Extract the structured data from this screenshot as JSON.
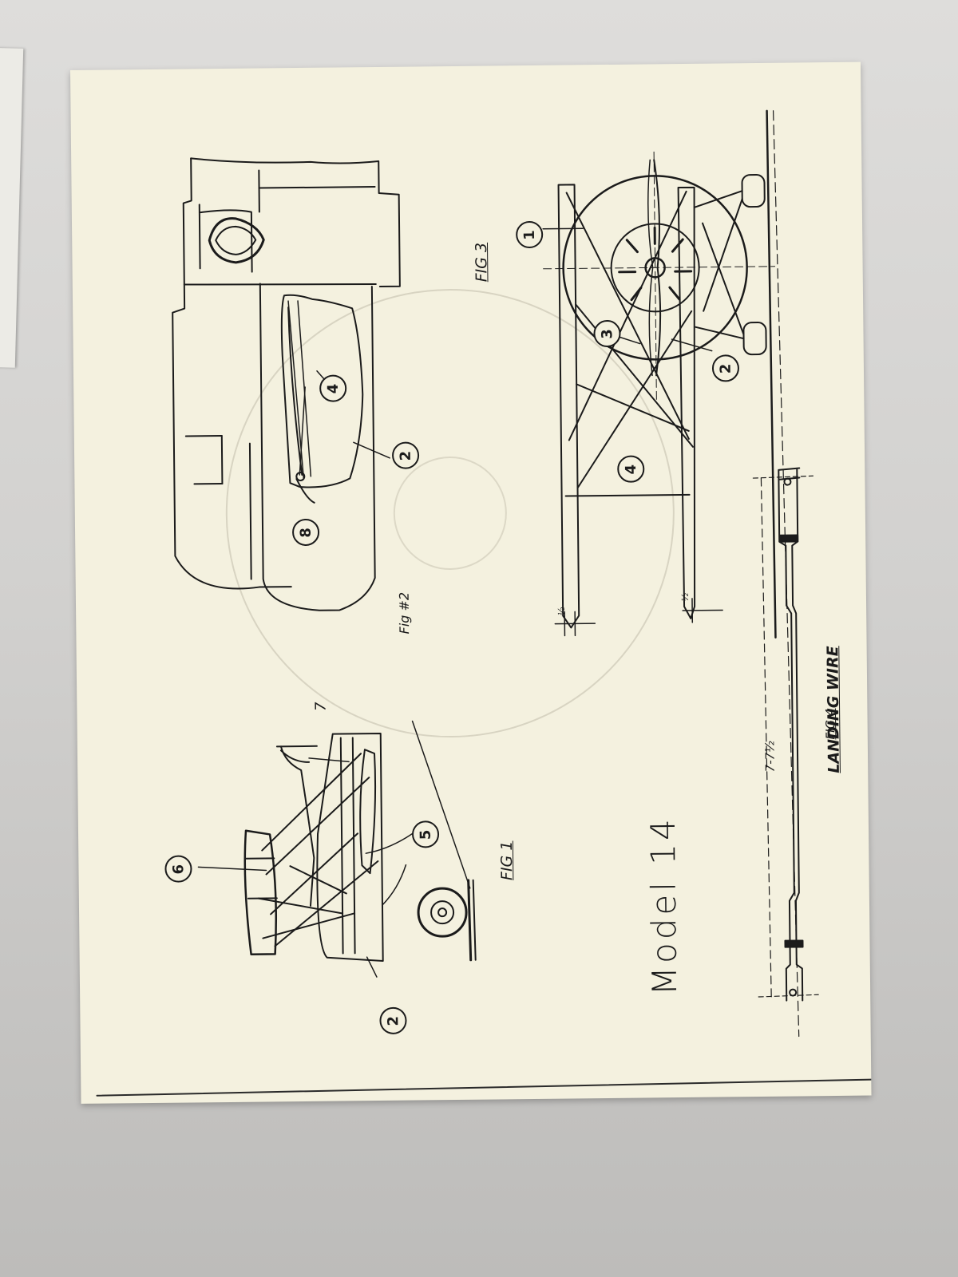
{
  "document": {
    "model_title": "Model  14",
    "fig1_label": "FIG 1",
    "fig2_label": "Fig #2",
    "fig3_label": "FIG 3",
    "fig4_title": "LANDING WIRE",
    "fig4_label": "FIG.4",
    "fig4_dimension": "7-7½",
    "fig1_marker_7": "7",
    "callouts": {
      "fig1": [
        "6",
        "5",
        "2"
      ],
      "fig2": [
        "4",
        "2",
        "8"
      ],
      "fig3": [
        "1",
        "3",
        "2",
        "4"
      ]
    },
    "small_dims": [
      "½",
      "½"
    ]
  },
  "colors": {
    "paper": "#f4f1df",
    "ink": "#1b1b1b",
    "background": "#d2d1cf"
  }
}
